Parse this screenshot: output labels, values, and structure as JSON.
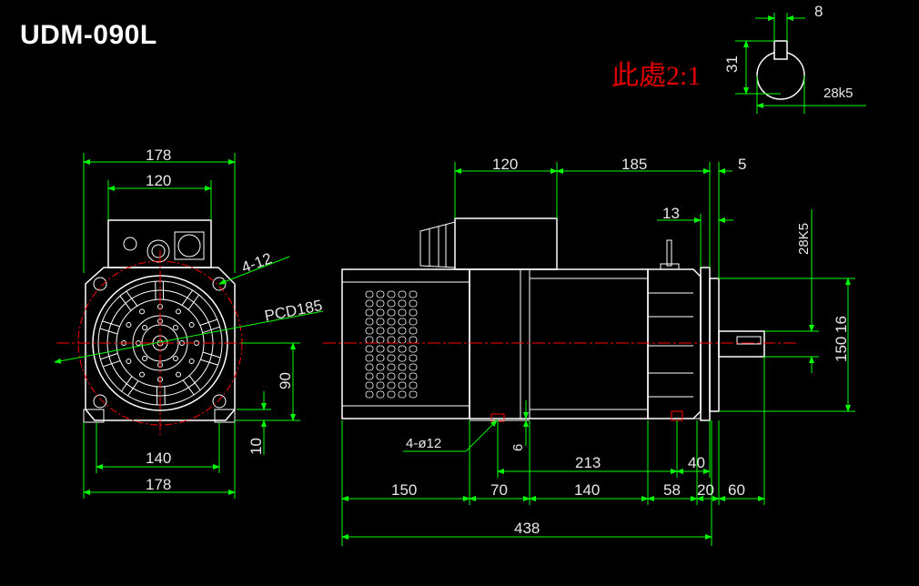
{
  "title": "UDM-090L",
  "detail_label": "此處2:1",
  "front_view": {
    "width_top": "178",
    "width_mid": "120",
    "bolt_holes": "4-12",
    "pcd": "PCD185",
    "center_height": "90",
    "foot_height": "10",
    "foot_span": "140",
    "base_width": "178"
  },
  "side_view": {
    "box_len": "120",
    "box_to_flange": "185",
    "flange_thk": "5",
    "key_offset": "13",
    "shaft_tol": "28K5",
    "shaft_height": "150",
    "shaft_height_tol": "16",
    "foot_holes": "4-ø12",
    "foot_h": "6",
    "dim_213": "213",
    "dim_40": "40",
    "seg_150": "150",
    "seg_70": "70",
    "seg_140": "140",
    "seg_58": "58",
    "seg_20": "20",
    "seg_60": "60",
    "total": "438"
  },
  "key_detail": {
    "key_width": "8",
    "key_height": "31",
    "shaft_diam": "28k5"
  },
  "colors": {
    "outline": "#ffffff",
    "dimension": "#00ff00",
    "centerline": "#ff0000",
    "text": "#e8e8e8",
    "detail_label": "#e00000"
  }
}
